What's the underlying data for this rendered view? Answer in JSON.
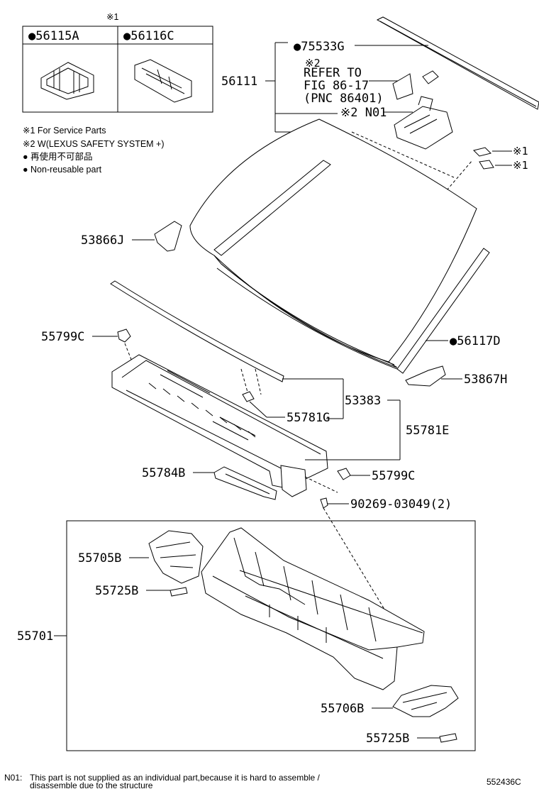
{
  "service_box": {
    "mark": "※1",
    "part_a": "●56115A",
    "part_b": "●56116C"
  },
  "notes": [
    "※1 For Service Parts",
    "※2 W(LEXUS SAFETY SYSTEM +)",
    "● 再使用不可部品",
    "● Non-reusable part"
  ],
  "refer_note": {
    "mark": "※2",
    "lines": [
      "REFER TO",
      "FIG 86-17",
      "(PNC 86401)"
    ]
  },
  "labels": {
    "p75533G": "●75533G",
    "p56111": "56111",
    "pN01": "※2 N01",
    "pX1a": "※1",
    "pX1b": "※1",
    "p53866J": "53866J",
    "p56117D": "●56117D",
    "p55799C_top": "55799C",
    "p53867H": "53867H",
    "p53383": "53383",
    "p55781G": "55781G",
    "p55781E": "55781E",
    "p55784B": "55784B",
    "p55799C_bot": "55799C",
    "p90269": "90269-03049(2)",
    "p55705B": "55705B",
    "p55725B_top": "55725B",
    "p55701": "55701",
    "p55706B": "55706B",
    "p55725B_bot": "55725B"
  },
  "footer": {
    "note_key": "N01:",
    "note_line1": "This part is not supplied as an individual part,because it is hard to assemble /",
    "note_line2": "disassemble due to the structure",
    "diagram_code": "552436C"
  }
}
